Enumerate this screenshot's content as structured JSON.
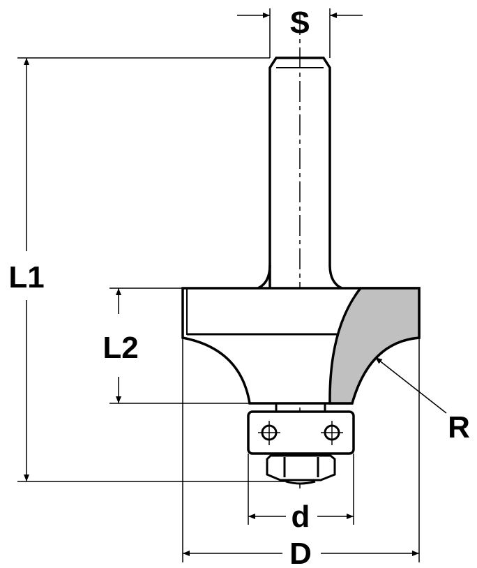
{
  "labels": {
    "shank_diameter": "S",
    "overall_length": "L1",
    "cutting_length": "L2",
    "bearing_diameter": "d",
    "cutting_diameter": "D",
    "radius": "R"
  },
  "colors": {
    "line": "#000000",
    "cutter_fill": "#c0c0c0",
    "background": "#ffffff"
  }
}
